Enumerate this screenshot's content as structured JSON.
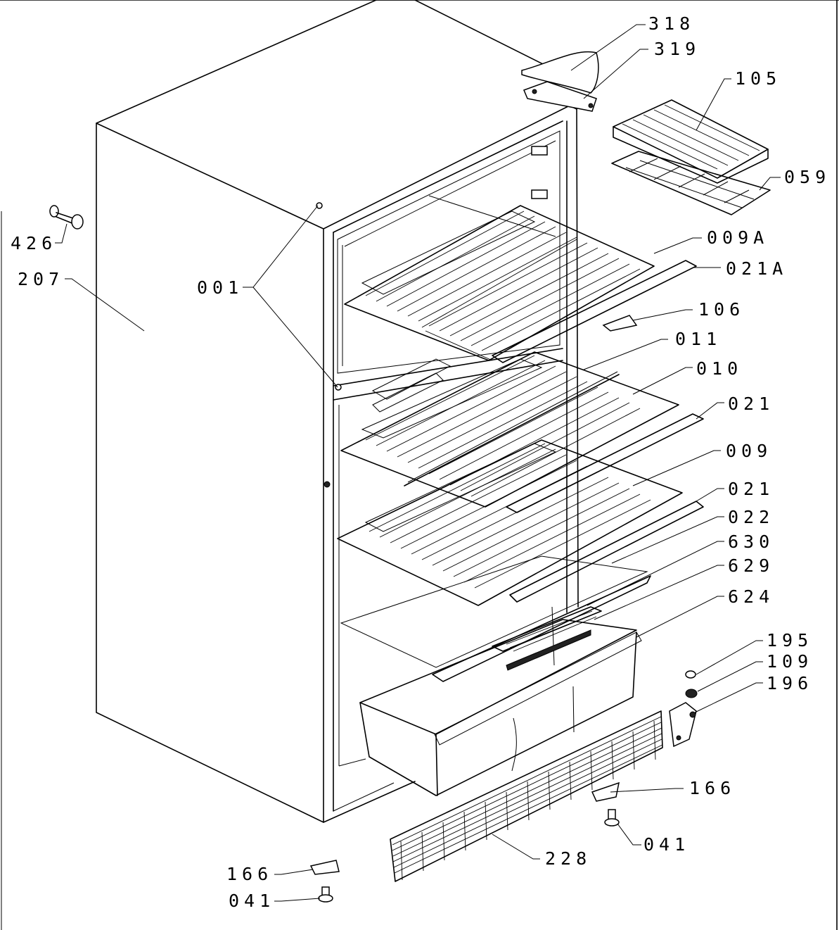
{
  "diagram": {
    "labels": {
      "p318": "318",
      "p319": "319",
      "p105": "105",
      "p059": "059",
      "p009A": "009A",
      "p021A": "021A",
      "p106": "106",
      "p011": "011",
      "p010": "010",
      "p021_upper": "021",
      "p009": "009",
      "p021_lower": "021",
      "p022": "022",
      "p630": "630",
      "p629": "629",
      "p624": "624",
      "p195": "195",
      "p109": "109",
      "p196": "196",
      "p166_right": "166",
      "p041_right": "041",
      "p228": "228",
      "p166_left": "166",
      "p041_left": "041",
      "p426": "426",
      "p207": "207",
      "p001": "001"
    }
  }
}
